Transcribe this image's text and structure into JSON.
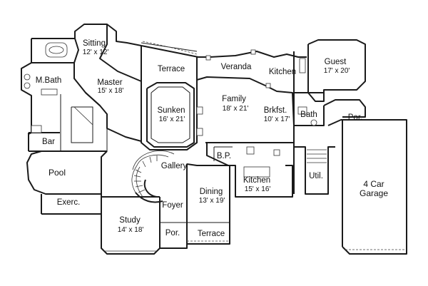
{
  "plan": {
    "rooms": {
      "sitting": {
        "name": "Sitting",
        "size": "12' x 12'"
      },
      "mbath": {
        "name": "M.Bath"
      },
      "master": {
        "name": "Master",
        "size": "15' x 18'"
      },
      "terrace_top": {
        "name": "Terrace"
      },
      "veranda": {
        "name": "Veranda"
      },
      "kitchen_top": {
        "name": "Kitchen"
      },
      "guest": {
        "name": "Guest",
        "size": "17' x 20'"
      },
      "sunken": {
        "name": "Sunken",
        "size": "16' x 21'"
      },
      "family": {
        "name": "Family",
        "size": "18' x 21'"
      },
      "brkfst": {
        "name": "Brkfst.",
        "size": "10' x 17'"
      },
      "bath": {
        "name": "Bath"
      },
      "por_right": {
        "name": "Por."
      },
      "bar": {
        "name": "Bar"
      },
      "bp": {
        "name": "B.P."
      },
      "gallery": {
        "name": "Gallery"
      },
      "pool": {
        "name": "Pool"
      },
      "kitchen": {
        "name": "Kitchen",
        "size": "15' x 16'"
      },
      "dining": {
        "name": "Dining",
        "size": "13' x 19'"
      },
      "util": {
        "name": "Util."
      },
      "garage": {
        "name": "4 Car",
        "name2": "Garage"
      },
      "exerc": {
        "name": "Exerc."
      },
      "foyer": {
        "name": "Foyer"
      },
      "study": {
        "name": "Study",
        "size": "14' x 18'"
      },
      "por_bottom": {
        "name": "Por."
      },
      "terrace_bottom": {
        "name": "Terrace"
      }
    }
  }
}
